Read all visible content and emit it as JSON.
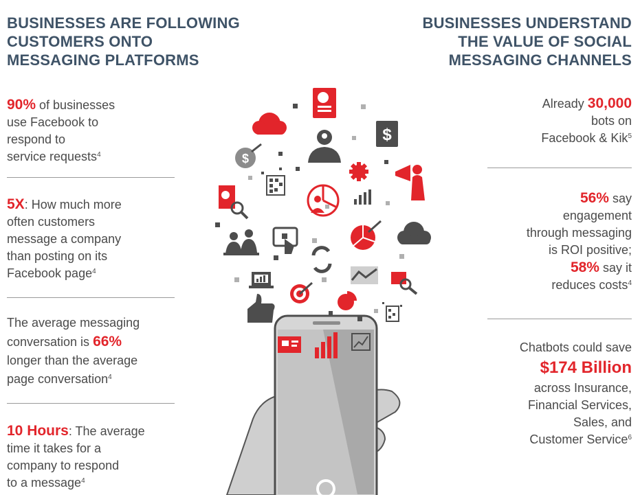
{
  "left": {
    "heading": "BUSINESSES ARE FOLLOWING\nCUSTOMERS ONTO\nMESSAGING PLATFORMS",
    "stats": [
      {
        "highlight": "90%",
        "text": " of businesses\nuse Facebook to\nrespond to\nservice requests",
        "ref": "4"
      },
      {
        "highlight": "5X",
        "text": ": How much more\noften customers\nmessage a company\nthan posting on its\nFacebook page",
        "ref": "4"
      },
      {
        "before": "The average messaging\nconversation is ",
        "highlight": "66%",
        "text": "\nlonger than the average\npage conversation",
        "ref": "4"
      },
      {
        "highlight": "10 Hours",
        "text": ": The average\ntime it takes for a\ncompany to respond\nto a message",
        "ref": "4"
      }
    ]
  },
  "right": {
    "heading": "BUSINESSES UNDERSTAND\nTHE VALUE OF SOCIAL\nMESSAGING CHANNELS",
    "stats": [
      {
        "before": "Already ",
        "highlight": "30,000",
        "text": "\nbots on\nFacebook & Kik",
        "ref": "5"
      },
      {
        "highlight": "56%",
        "text": " say\nengagement\nthrough messaging\nis ROI positive;",
        "highlight2": "58%",
        "text2": " say it\nreduces costs",
        "ref": "4"
      },
      {
        "before": "Chatbots could save",
        "highlight": "$174 Billion",
        "text": "across Insurance,\nFinancial Services,\nSales, and\nCustomer Service",
        "ref": "6"
      }
    ]
  },
  "art": {
    "dollar_symbol": "$",
    "colors": {
      "red": "#e2252b",
      "dark": "#4d4d4d",
      "mid": "#8c8c8c",
      "light": "#cfcfcf",
      "phone": "#bdbdbd",
      "navy": "#3f5367"
    },
    "icons": [
      "red-cloud-icon",
      "document-pie-icon",
      "dollar-doc-icon",
      "idea-person-icon",
      "dollar-target-icon",
      "qr-code-icon",
      "gear-icon",
      "megaphone-person-icon",
      "pie-person-icon",
      "bar-chart-icon",
      "report-search-icon",
      "tablet-touch-icon",
      "meeting-icon",
      "sync-arrows-icon",
      "target-pie-icon",
      "gray-cloud-icon",
      "line-chart-icon",
      "map-search-icon",
      "laptop-chart-icon",
      "bullseye-icon",
      "pie-chart-icon",
      "thumbs-up-icon",
      "qr-code-small-icon",
      "phone-screen-card-icon",
      "phone-screen-bars-icon",
      "phone-screen-trend-icon"
    ]
  }
}
